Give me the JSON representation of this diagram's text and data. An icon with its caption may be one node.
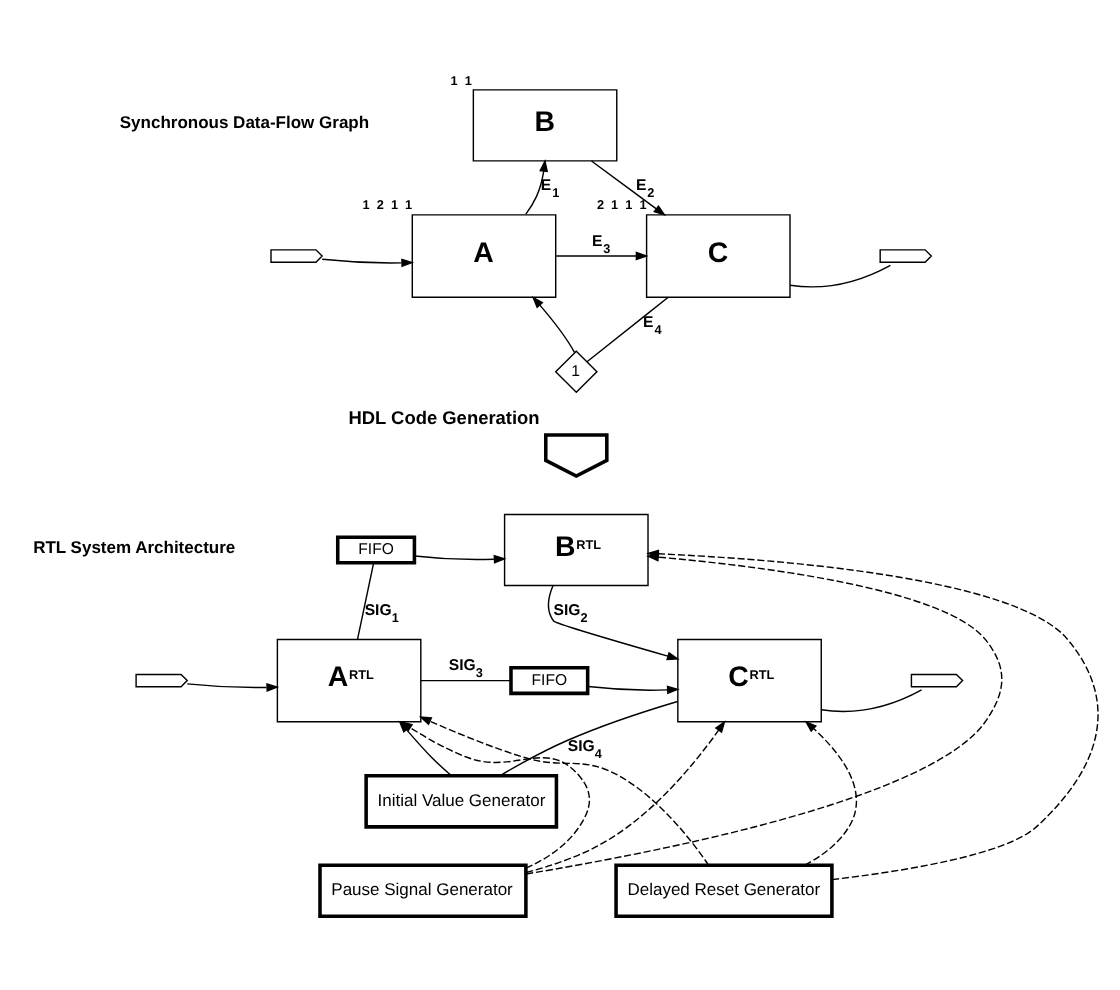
{
  "diagram": {
    "nodes": [
      {
        "text": [],
        "shape": "arrow"
      },
      {
        "text": [
          "A"
        ],
        "beside": [
          "1",
          "2",
          "1",
          "1"
        ]
      },
      {
        "text": [
          "B"
        ],
        "beside": [
          "1",
          "1"
        ]
      },
      {
        "text": [
          "C"
        ],
        "beside": [
          "2",
          "1",
          "1",
          "1"
        ]
      },
      {
        "text": [],
        "shape": "arrow"
      },
      {
        "text": [
          "1"
        ]
      },
      {
        "text": [],
        "shape": "arrow",
        "beside": [
          "HDL Code Generation"
        ]
      },
      {
        "text": [],
        "shape": "arrow"
      },
      {
        "text": [
          "A$^{RTL}$"
        ]
      },
      {
        "text": [
          "FIFO"
        ]
      },
      {
        "text": [
          "B$^{RTL}$"
        ]
      },
      {
        "text": [
          "FIFO"
        ]
      },
      {
        "text": [
          "C$^{RTL}$"
        ]
      },
      {
        "text": [],
        "shape": "arrow"
      },
      {
        "text": [
          "Initial Value Generator"
        ]
      },
      {
        "text": [
          "Pause Signal Generator"
        ]
      },
      {
        "text": [
          "Delayed Reset Generator"
        ]
      }
    ],
    "edges": [
      {
        "from": 0,
        "to": 1,
        "arrow": "to"
      },
      {
        "from": 1,
        "to": 2,
        "arrow": "to",
        "label": "E$_{1}$"
      },
      {
        "from": 2,
        "to": 3,
        "arrow": "to",
        "label": "E$_{2}$"
      },
      {
        "from": 1,
        "to": 3,
        "arrow": "to",
        "label": "E$_{3}$"
      },
      {
        "from": 3,
        "to": 4,
        "arrow": "none"
      },
      {
        "from": 3,
        "to": 5,
        "arrow": "none",
        "label": "E$_{4}$"
      },
      {
        "from": 5,
        "to": 1,
        "arrow": "to"
      },
      {
        "from": 7,
        "to": 8,
        "arrow": "to"
      },
      {
        "from": 8,
        "to": 9,
        "arrow": "none",
        "label": "SIG$_{1}$"
      },
      {
        "from": 9,
        "to": 10,
        "arrow": "to"
      },
      {
        "from": 10,
        "to": 12,
        "arrow": "to",
        "label": "SIG$_{2}$"
      },
      {
        "from": 8,
        "to": 11,
        "arrow": "none",
        "label": "SIG$_{3}$"
      },
      {
        "from": 11,
        "to": 12,
        "arrow": "to"
      },
      {
        "from": 12,
        "to": 13,
        "arrow": "none"
      },
      {
        "from": 12,
        "to": 14,
        "arrow": "none",
        "label": "SIG$_{4}$"
      },
      {
        "from": 14,
        "to": 8,
        "arrow": "to"
      },
      {
        "from": 15,
        "to": 8,
        "arrow": "to",
        "style": "dashed"
      },
      {
        "from": 15,
        "to": 10,
        "arrow": "to",
        "style": "dashed"
      },
      {
        "from": 15,
        "to": 12,
        "arrow": "to",
        "style": "dashed"
      },
      {
        "from": 16,
        "to": 8,
        "arrow": "to",
        "style": "dashed"
      },
      {
        "from": 16,
        "to": 10,
        "arrow": "to",
        "style": "dashed"
      },
      {
        "from": 16,
        "to": 12,
        "arrow": "to",
        "style": "dashed"
      }
    ],
    "labels": [
      "Synchronous Data-Flow Graph",
      "RTL System Architecture"
    ]
  }
}
